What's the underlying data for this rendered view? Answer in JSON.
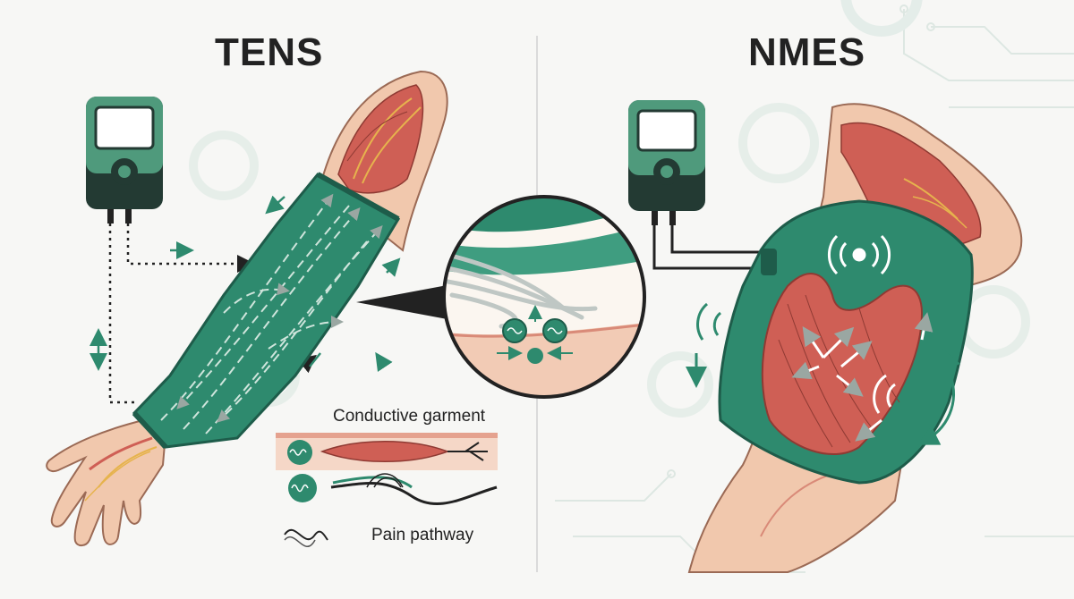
{
  "panels": {
    "left": {
      "title": "TENS"
    },
    "right": {
      "title": "NMES"
    }
  },
  "labels": {
    "conductive_garment": "Conductive garment",
    "pain_pathway": "Pain pathway"
  },
  "colors": {
    "garment_green": "#2e8a6e",
    "device_green": "#4f9a7c",
    "device_dark": "#233a33",
    "muscle_red": "#cf5f55",
    "skin": "#f1c8ad",
    "background": "#f7f7f5",
    "gear_tint": "#e3ece8"
  },
  "icons": {
    "left_device": "tens-unit-icon",
    "right_device": "nmes-unit-icon",
    "signal": "vibration-waves-icon",
    "gear": "gear-icon"
  }
}
